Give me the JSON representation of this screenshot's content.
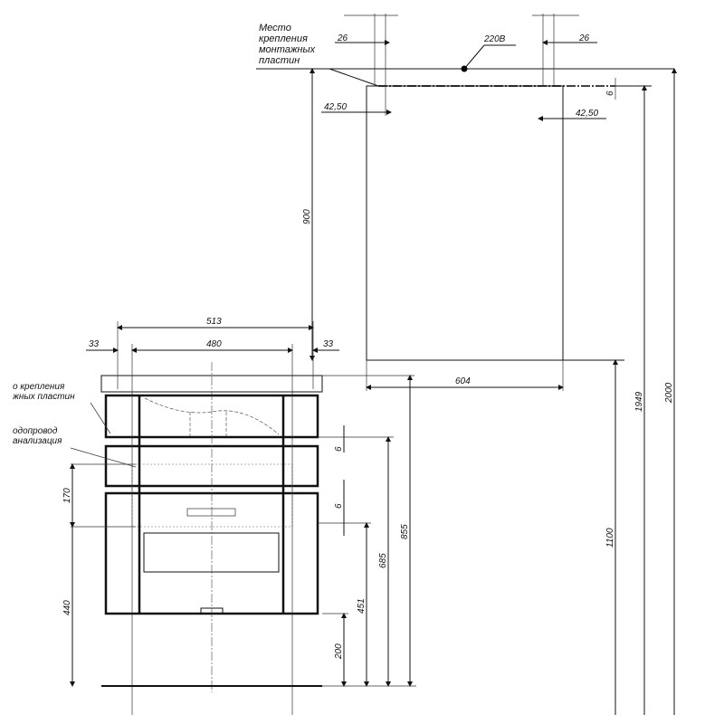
{
  "mirror_notes": {
    "mount_line1": "Место",
    "mount_line2": "крепления",
    "mount_line3": "монтажных",
    "mount_line4": "пластин",
    "power": "220В"
  },
  "cabinet_notes": {
    "mount_line1": "о крепления",
    "mount_line2": "жных пластин",
    "pipe_line1": "одопровод",
    "pipe_line2": "анализация"
  },
  "dimensions": {
    "mirror_left_26": "26",
    "mirror_right_26": "26",
    "mirror_left_4250": "42,50",
    "mirror_right_4250": "42,50",
    "mirror_gap_6": "6",
    "mirror_height_900": "900",
    "mirror_width_604": "604",
    "mirror_bottom_1100": "1100",
    "mirror_plate_1949": "1949",
    "mirror_top_2000": "2000",
    "cab_513": "513",
    "cab_480": "480",
    "cab_left_33": "33",
    "cab_right_33": "33",
    "cab_170": "170",
    "cab_440": "440",
    "cab_gap1_6": "6",
    "cab_gap2_6": "6",
    "cab_200": "200",
    "cab_451": "451",
    "cab_685": "685",
    "cab_855": "855"
  }
}
